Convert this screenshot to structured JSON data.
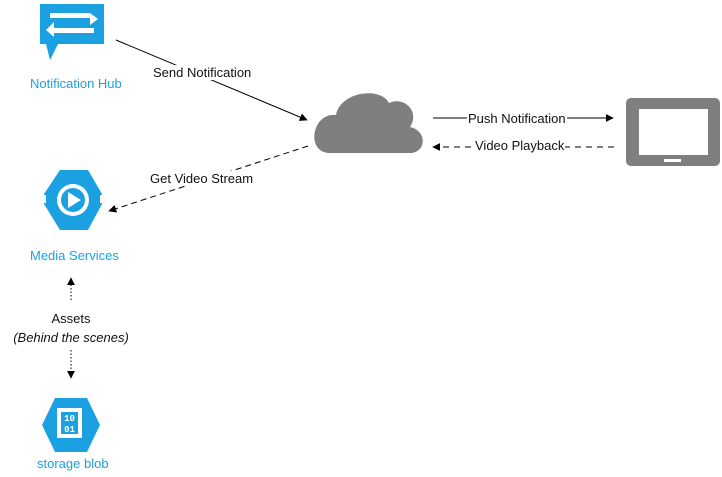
{
  "nodes": {
    "notification_hub": {
      "label": "Notification Hub",
      "icon": "notification-hub-icon"
    },
    "cloud": {
      "icon": "cloud-icon"
    },
    "device": {
      "icon": "tablet-icon"
    },
    "media_services": {
      "label": "Media Services",
      "icon": "media-services-icon"
    },
    "storage_blob": {
      "label": "storage blob",
      "icon": "storage-blob-icon",
      "glyph_top": "10",
      "glyph_bottom": "01"
    }
  },
  "edges": {
    "send_notification": "Send Notification",
    "push_notification": "Push Notification",
    "video_playback": "Video Playback",
    "get_video_stream": "Get Video Stream",
    "assets": "Assets",
    "assets_note": "(Behind the scenes)"
  },
  "colors": {
    "azure_blue": "#1BA1E2",
    "cloud_gray": "#7F7F7F",
    "device_gray": "#7F7F7F",
    "line": "#000000"
  }
}
